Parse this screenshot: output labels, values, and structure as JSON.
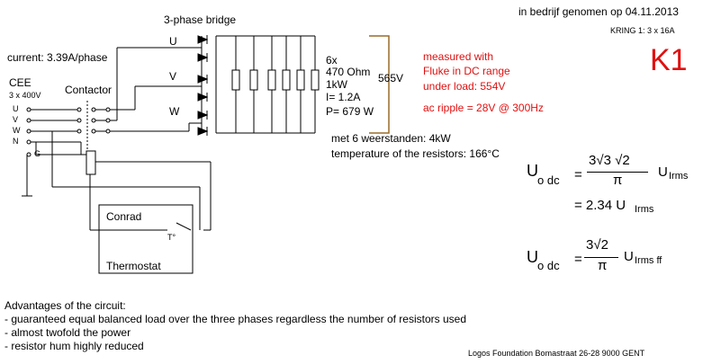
{
  "header": {
    "commissioned": "in bedrijf genomen op 04.11.2013",
    "kring": "KRING 1: 3 x 16A",
    "circuit_id": "K1"
  },
  "schematic": {
    "bridge_title": "3-phase bridge",
    "current_label": "current: 3.39A/phase",
    "phases": [
      "U",
      "V",
      "W"
    ],
    "cee_title": "CEE",
    "cee_voltage": "3 x 400V",
    "cee_pins": [
      "U",
      "V",
      "W",
      "N",
      "G"
    ],
    "contactor_label": "Contactor",
    "conrad_label": "Conrad",
    "thermostat_label": "Thermostat",
    "thermostat_symbol": "T°"
  },
  "resistors": {
    "count": "6x",
    "resistance": "470 Ohm",
    "power": "1kW",
    "current": "I= 1.2A",
    "dissipation": "P= 679 W",
    "voltage": "565V",
    "summary": "met 6 weerstanden: 4kW",
    "temperature": "temperature of the resistors: 166°C"
  },
  "measurement": {
    "line1": "measured with",
    "line2": "Fluke in DC range",
    "line3": "under load:  554V",
    "ripple": "ac ripple = 28V @ 300Hz"
  },
  "formulas": {
    "u_o_dc": "U",
    "u_sub": "o dc",
    "eq": "=",
    "numerator1": "3√3 √2",
    "denominator": "π",
    "u_irms": "U",
    "irms_sub": "Irms",
    "result2": "= 2.34 U",
    "numerator3": "3√2",
    "irms_ff_sub": "Irms ff"
  },
  "advantages": {
    "title": "Advantages of the circuit:",
    "items": [
      "- guaranteed equal balanced load over the three phases regardless the number of resistors used",
      "- almost twofold the power",
      "- resistor hum highly reduced"
    ]
  },
  "footer": {
    "credit": "Logos Foundation  Bomastraat 26-28   9000 GENT"
  }
}
